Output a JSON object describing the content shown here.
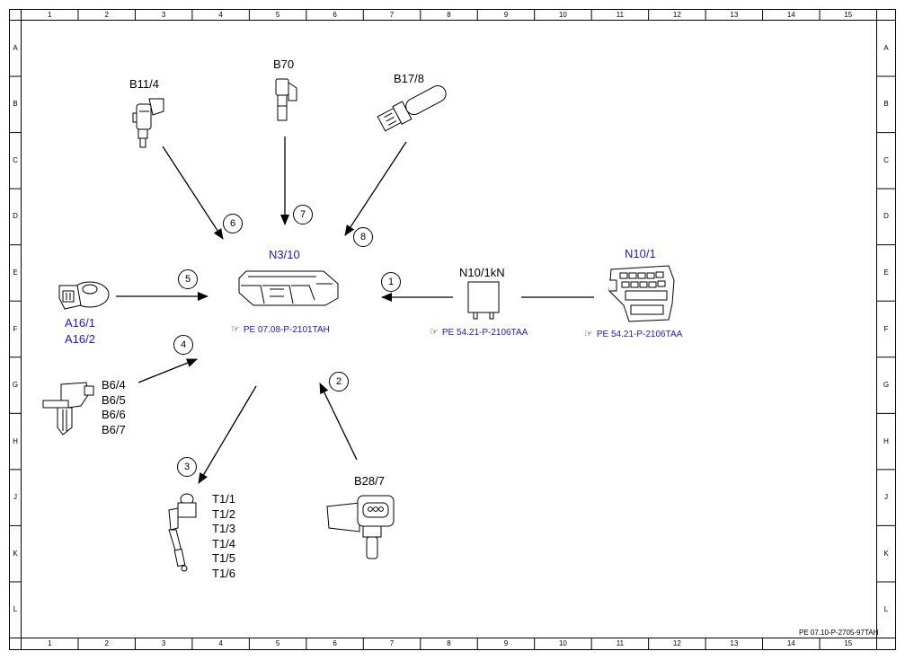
{
  "grid": {
    "columns": [
      "1",
      "2",
      "3",
      "4",
      "5",
      "6",
      "7",
      "8",
      "9",
      "10",
      "11",
      "12",
      "13",
      "14",
      "15"
    ],
    "rows": [
      "A",
      "B",
      "C",
      "D",
      "E",
      "F",
      "G",
      "H",
      "J",
      "K",
      "L"
    ]
  },
  "components": {
    "b11_4": "B11/4",
    "b70": "B70",
    "b17_8": "B17/8",
    "n3_10": "N3/10",
    "n10_1kn": "N10/1kN",
    "n10_1": "N10/1",
    "a16": [
      "A16/1",
      "A16/2"
    ],
    "b6": [
      "B6/4",
      "B6/5",
      "B6/6",
      "B6/7"
    ],
    "t1": [
      "T1/1",
      "T1/2",
      "T1/3",
      "T1/4",
      "T1/5",
      "T1/6"
    ],
    "b28_7": "B28/7"
  },
  "refs": {
    "n3_10": "PE 07.08-P-2101TAH",
    "n10_1kn": "PE 54.21-P-2106TAA",
    "n10_1": "PE 54.21-P-2106TAA"
  },
  "callouts": [
    "1",
    "2",
    "3",
    "4",
    "5",
    "6",
    "7",
    "8"
  ],
  "footer_code": "PE 07.10-P-2705-97TAH",
  "colors": {
    "link": "#1a1acc",
    "line": "#000000"
  },
  "icons": {
    "ref_marker": "pointing-hand-icon"
  }
}
